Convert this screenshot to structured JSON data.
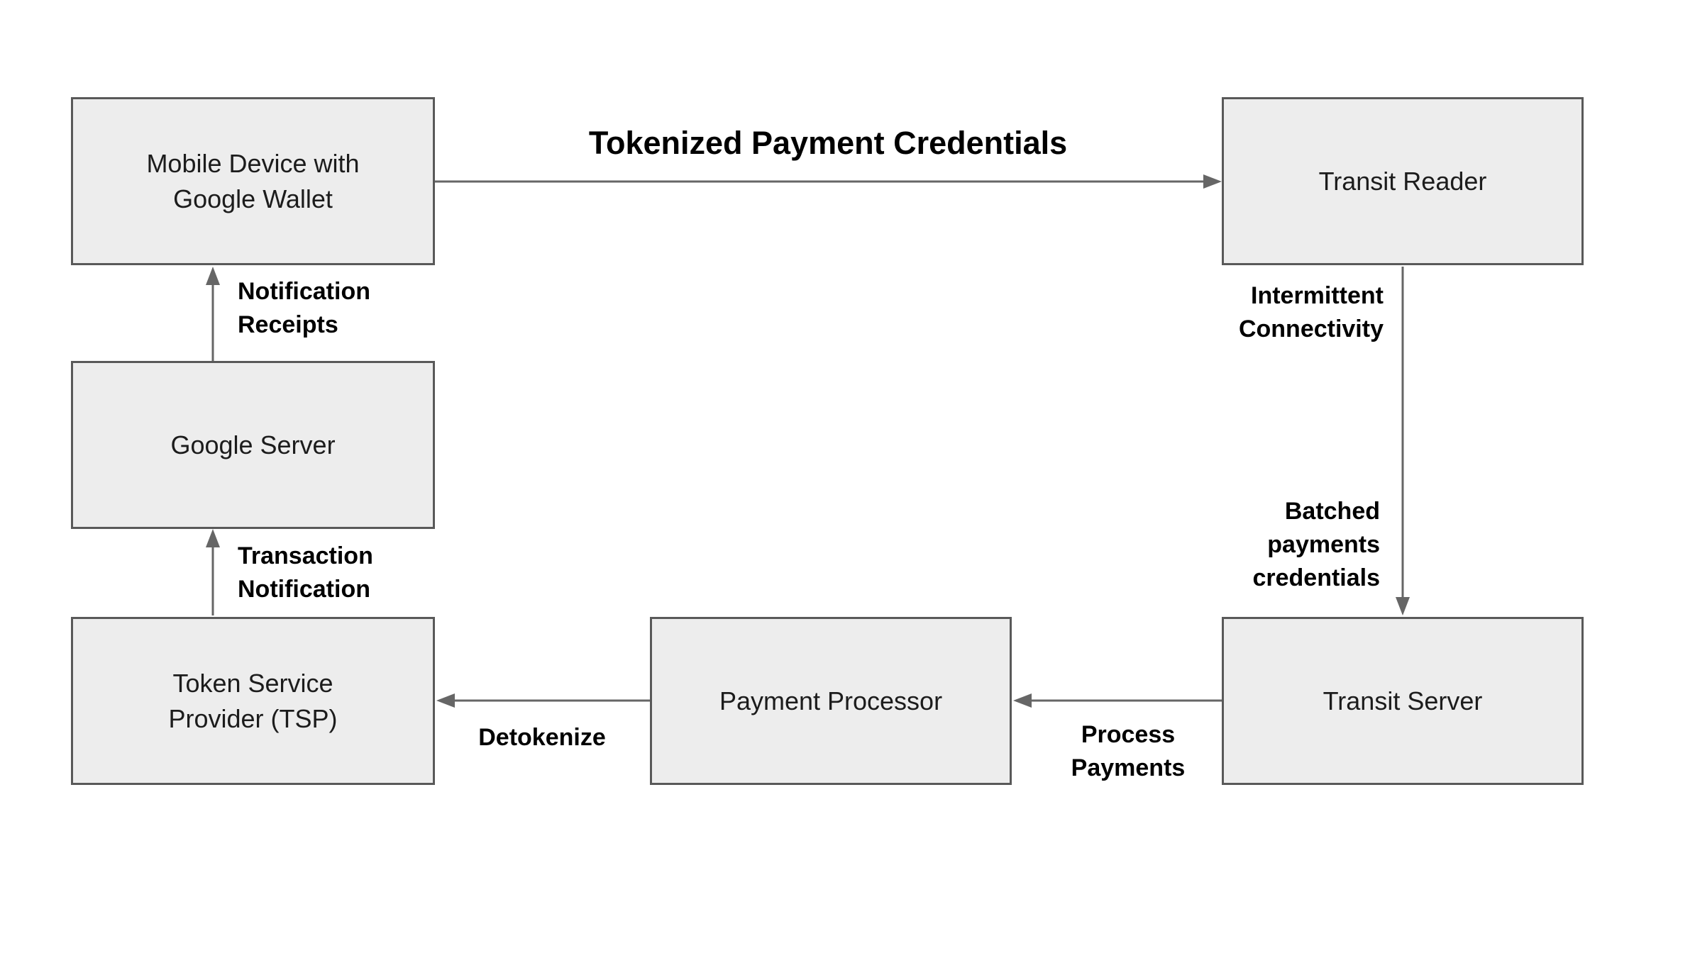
{
  "diagram": {
    "nodes": {
      "mobile_device": {
        "label": "Mobile Device with\nGoogle Wallet"
      },
      "transit_reader": {
        "label": "Transit Reader"
      },
      "google_server": {
        "label": "Google Server"
      },
      "tsp": {
        "label": "Token Service\nProvider (TSP)"
      },
      "payment_processor": {
        "label": "Payment Processor"
      },
      "transit_server": {
        "label": "Transit Server"
      }
    },
    "edges": {
      "tokenized_payment_credentials": {
        "label": "Tokenized Payment Credentials"
      },
      "intermittent_connectivity": {
        "label": "Intermittent\nConnectivity"
      },
      "batched_payments_credentials": {
        "label": "Batched\npayments\ncredentials"
      },
      "process_payments": {
        "label": "Process\nPayments"
      },
      "detokenize": {
        "label": "Detokenize"
      },
      "transaction_notification": {
        "label": "Transaction\nNotification"
      },
      "notification_receipts": {
        "label": "Notification\nReceipts"
      }
    },
    "colors": {
      "background": "#ffffff",
      "node_fill": "#ededed",
      "node_border": "#595959",
      "arrow": "#666666",
      "text": "#000000"
    }
  }
}
